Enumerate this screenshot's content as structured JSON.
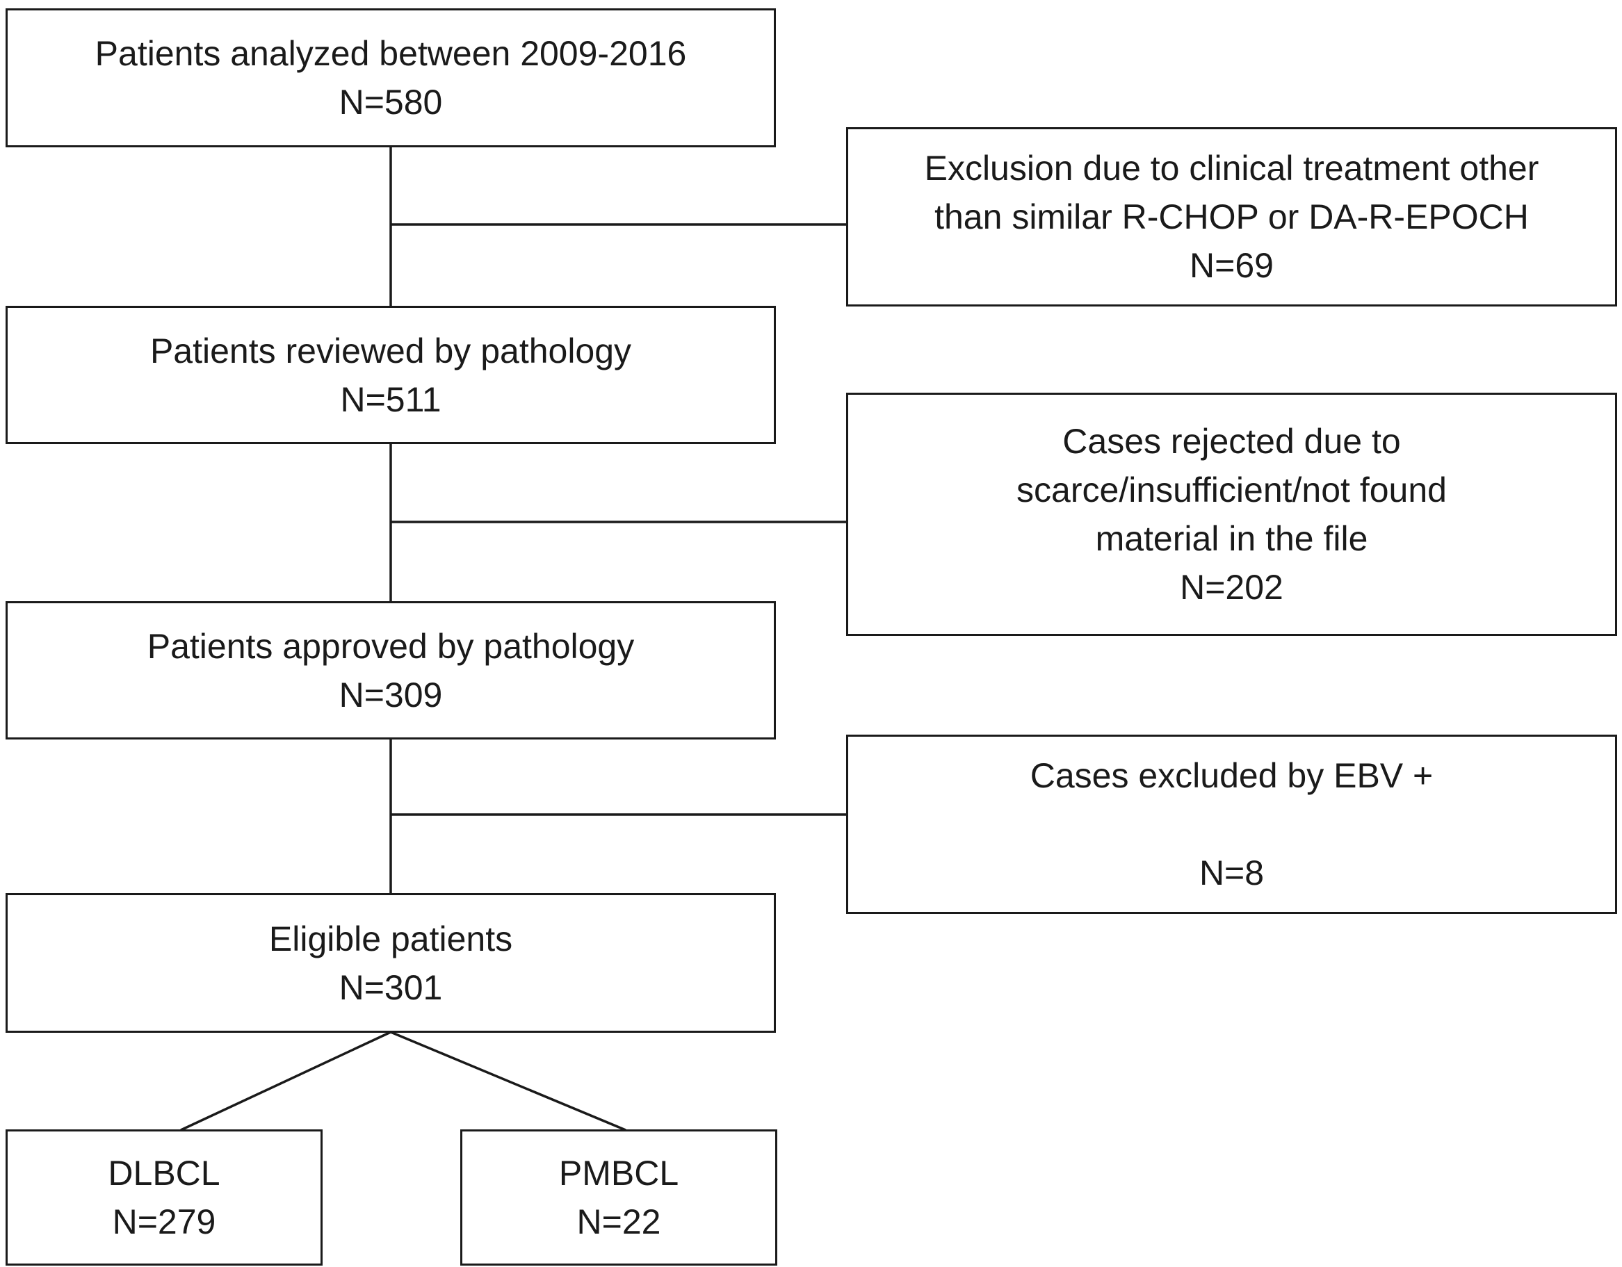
{
  "flowchart": {
    "main": [
      {
        "title": "Patients analyzed between 2009-2016",
        "count": "N=580"
      },
      {
        "title": "Patients reviewed by pathology",
        "count": "N=511"
      },
      {
        "title": "Patients approved by pathology",
        "count": "N=309"
      },
      {
        "title": "Eligible patients",
        "count": "N=301"
      }
    ],
    "exclusions": [
      {
        "lines": [
          "Exclusion due to clinical treatment other",
          "than similar R-CHOP or DA-R-EPOCH"
        ],
        "count": "N=69"
      },
      {
        "lines": [
          "Cases rejected due to",
          "scarce/insufficient/not found",
          "material in the file"
        ],
        "count": "N=202"
      },
      {
        "lines": [
          "Cases excluded by EBV +"
        ],
        "count": "N=8"
      }
    ],
    "subgroups": [
      {
        "title": "DLBCL",
        "count": "N=279"
      },
      {
        "title": "PMBCL",
        "count": "N=22"
      }
    ]
  }
}
